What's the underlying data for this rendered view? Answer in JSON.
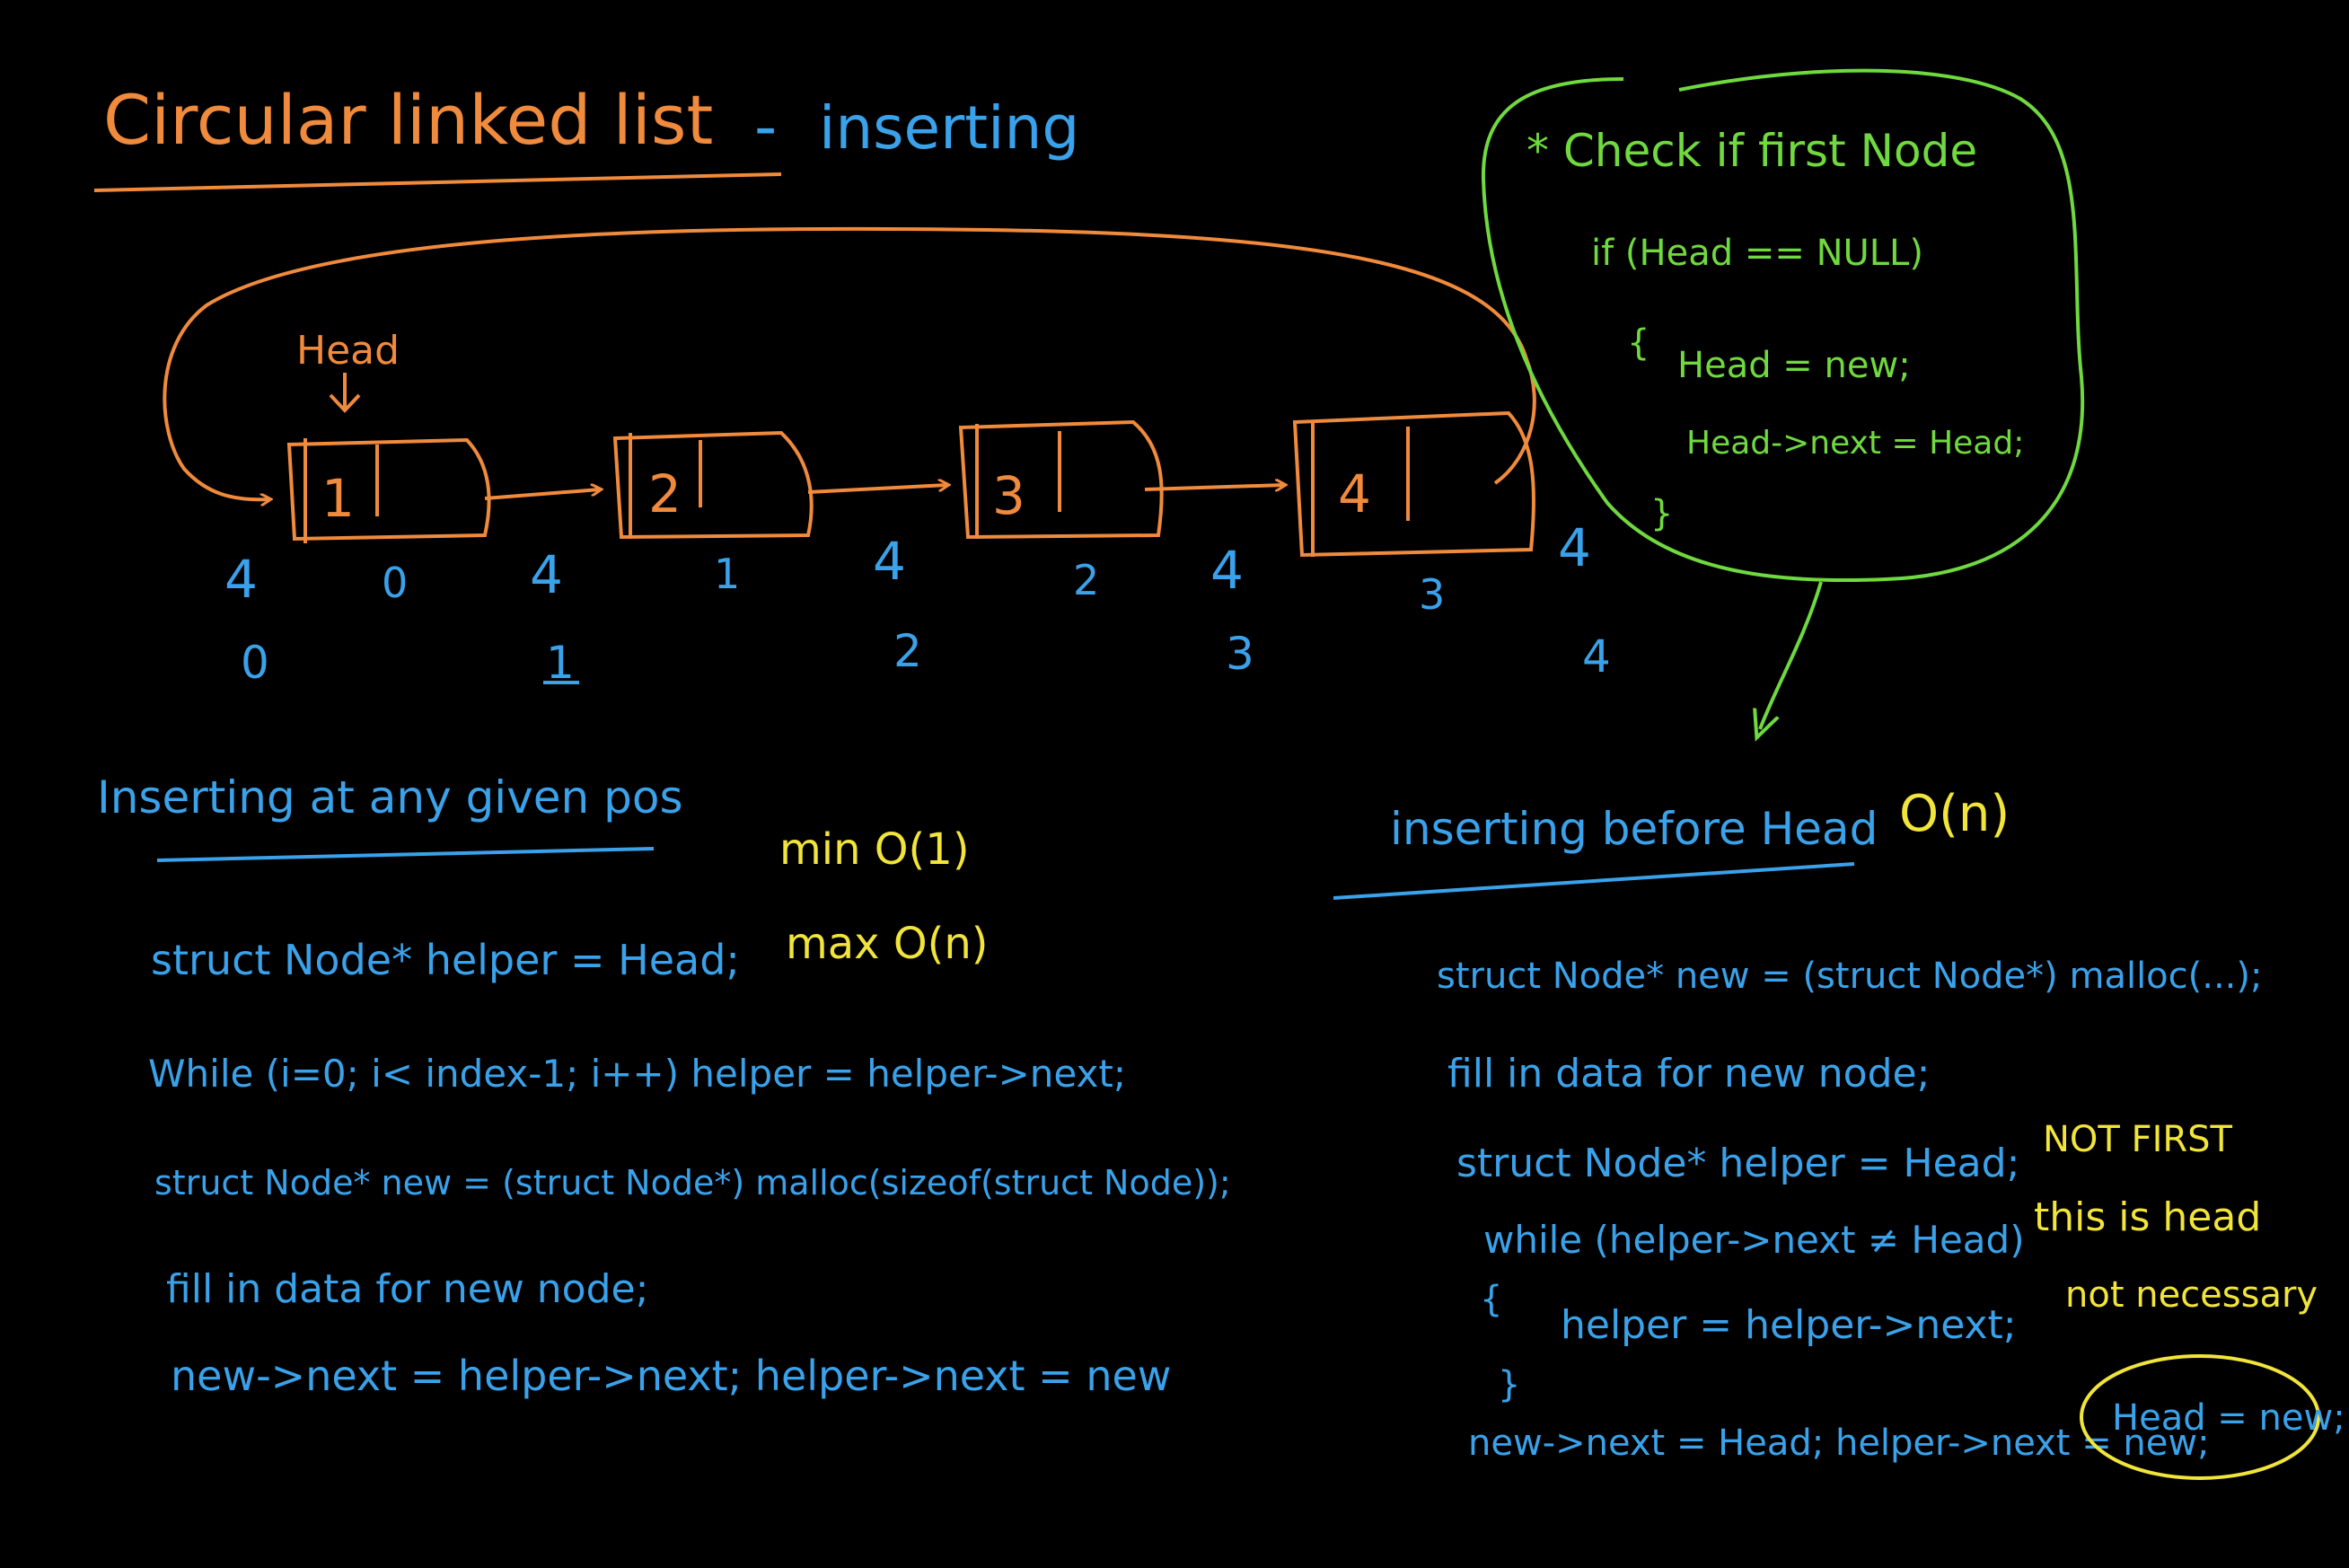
{
  "colors": {
    "background": "#000000",
    "orange": "#f08a3c",
    "blue": "#3aa2ea",
    "green": "#6fd93f",
    "yellow": "#f1e43a"
  },
  "title": {
    "main": "Circular linked list",
    "dash": "-",
    "sub": "inserting"
  },
  "diagram": {
    "head_label": "Head",
    "nodes": [
      "1",
      "2",
      "3",
      "4"
    ],
    "top_numbers": [
      "4",
      "4",
      "4",
      "4",
      "4"
    ],
    "link_indices": [
      "0",
      "1",
      "2",
      "3"
    ],
    "positions": [
      "0",
      "1",
      "2",
      "3",
      "4"
    ]
  },
  "check_box": {
    "title": "* Check if first Node",
    "lines": [
      "if (Head == NULL)",
      "{",
      "Head = new;",
      "Head->next = Head;",
      "}"
    ]
  },
  "left_section": {
    "heading": "Inserting at any given pos",
    "complexity": [
      "min O(1)",
      "max O(n)"
    ],
    "code": [
      "struct Node* helper = Head;",
      "While (i=0; i< index-1; i++) helper = helper->next;",
      "struct Node* new = (struct Node*) malloc(sizeof(struct Node));",
      "fill in data for new node;",
      "new->next = helper->next; helper->next = new"
    ]
  },
  "right_section": {
    "heading": "inserting before Head",
    "complexity": "O(n)",
    "code": [
      "struct Node* new = (struct Node*) malloc(...);",
      "fill in data for new node;",
      "struct Node* helper = Head;",
      "while (helper->next ≠ Head)",
      "{",
      "helper = helper->next;",
      "}",
      "new->next = Head; helper->next = new;"
    ],
    "circled": "Head = new;",
    "notes": [
      "NOT FIRST",
      "this is head",
      "not necessary"
    ]
  }
}
